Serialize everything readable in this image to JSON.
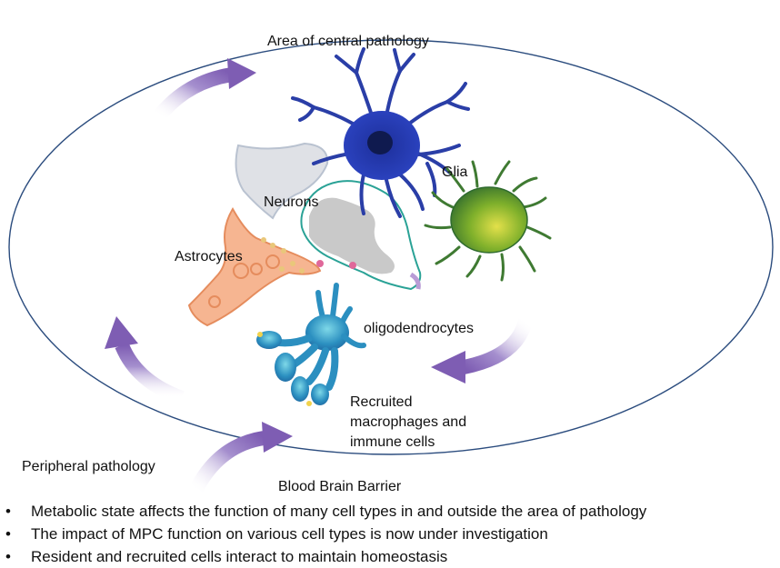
{
  "labels": {
    "area_central": "Area of central pathology",
    "glia": "Glia",
    "neurons": "Neurons",
    "astrocytes": "Astrocytes",
    "oligodendrocytes": "oligodendrocytes",
    "recruited": "Recruited macrophages and immune cells",
    "peripheral": "Peripheral pathology",
    "bbb": "Blood Brain Barrier"
  },
  "bullets": [
    "Metabolic state affects the function of many cell types in and outside the area of pathology",
    "The impact of MPC function on various cell types is now under investigation",
    "Resident and recruited cells interact to maintain homeostasis"
  ],
  "colors": {
    "boundary": "#2b4c7e",
    "arrow": "#8a6cb4",
    "glia_dark": "#1f2f8f",
    "microglia": "#7fae2a",
    "astrocyte": "#f0a77d",
    "neuron": "#c8c8c8",
    "oligo": "#3aa6c9"
  }
}
